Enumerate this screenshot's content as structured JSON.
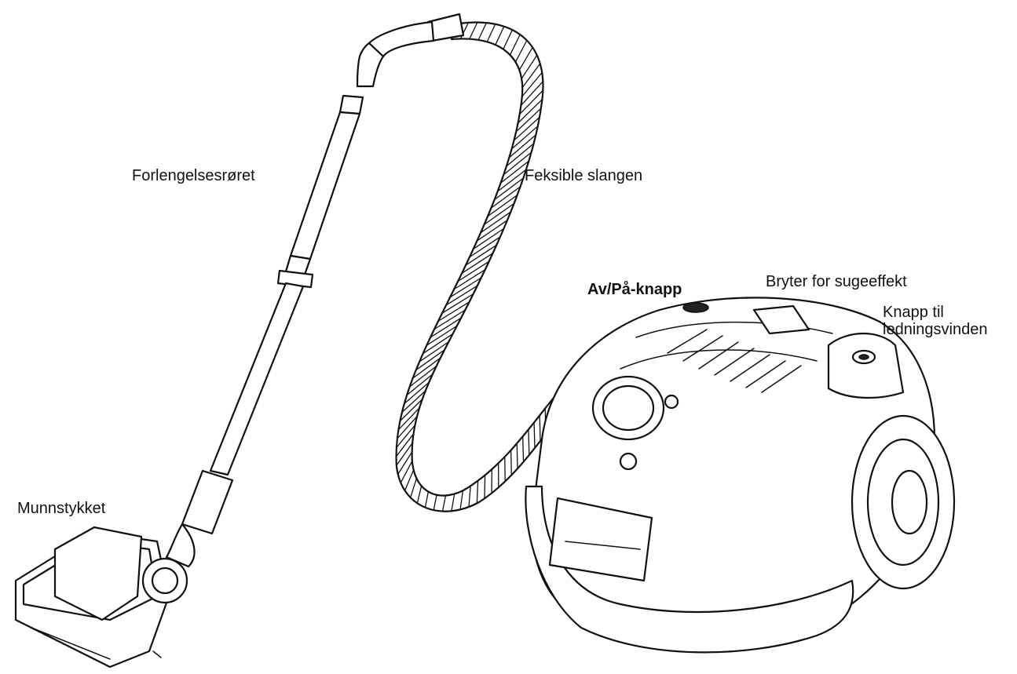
{
  "labels": {
    "extension_tube": "Forlengelsesrøret",
    "flexible_hose": "Feksible slangen",
    "power_button": "Av/På-knapp",
    "suction_switch": "Bryter for sugeeffekt",
    "cord_rewind_line1": "Knapp til",
    "cord_rewind_line2": "ledningsvinden",
    "nozzle": "Munnstykket"
  }
}
